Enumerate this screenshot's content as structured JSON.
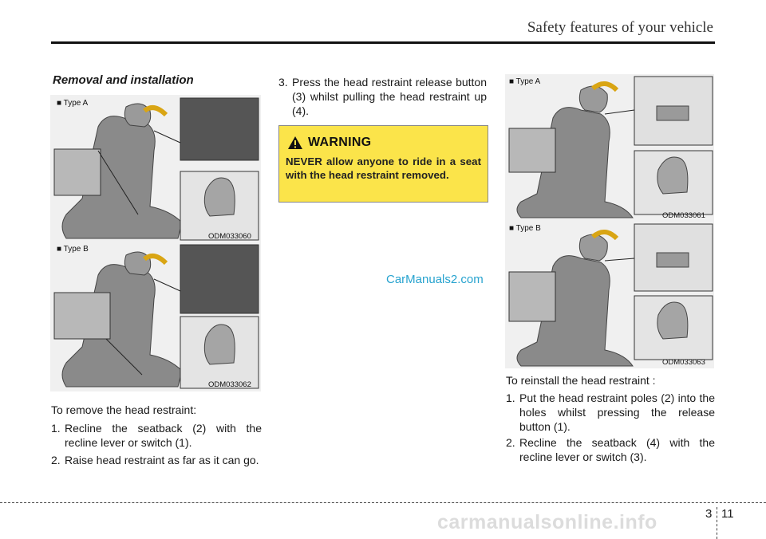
{
  "header": {
    "title": "Safety features of your vehicle"
  },
  "section_title": "Removal and installation",
  "figures": {
    "left_top": {
      "type_label": "■ Type A",
      "code": "ODM033060"
    },
    "left_bottom": {
      "type_label": "■ Type B",
      "code": "ODM033062"
    },
    "right_top": {
      "type_label": "■ Type A",
      "code": "ODM033061"
    },
    "right_bottom": {
      "type_label": "■ Type B",
      "code": "ODM033063"
    }
  },
  "remove": {
    "intro": "To remove the head restraint:",
    "steps": [
      {
        "num": "1.",
        "text": "Recline the seatback (2) with the recline lever or switch (1)."
      },
      {
        "num": "2.",
        "text": "Raise head restraint as far as it can go."
      },
      {
        "num": "3.",
        "text": "Press the head restraint release button (3) whilst pulling the head restraint up (4)."
      }
    ]
  },
  "warning": {
    "heading": "WARNING",
    "body": "NEVER allow anyone to ride in a seat with the head restraint removed."
  },
  "watermark": "CarManuals2.com",
  "reinstall": {
    "intro": "To reinstall the head restraint :",
    "steps": [
      {
        "num": "1.",
        "text": "Put the head restraint poles (2) into the holes whilst pressing the release button (1)."
      },
      {
        "num": "2.",
        "text": "Recline the seatback (4) with the recline lever or switch (3)."
      }
    ]
  },
  "footer": {
    "chapter": "3",
    "page": "11",
    "site": "carmanualsonline.info"
  }
}
